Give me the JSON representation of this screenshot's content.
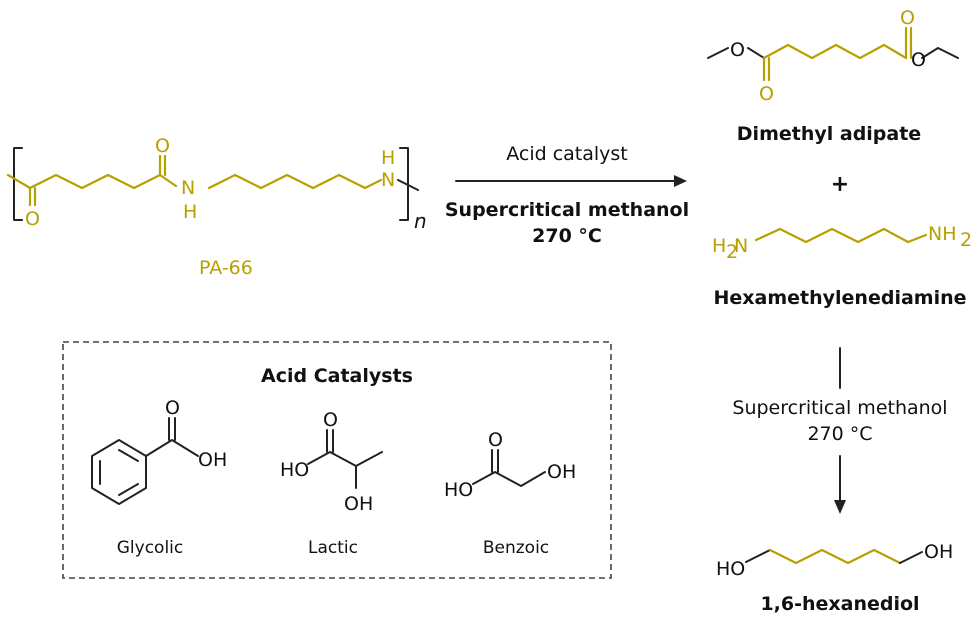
{
  "reaction": {
    "polymer_name": "PA-66",
    "polymer_subscript": "n",
    "arrow_top_label": "Acid catalyst",
    "arrow_bottom_label_1": "Supercritical methanol",
    "arrow_bottom_label_2": "270 °C"
  },
  "products": {
    "product1_name": "Dimethyl adipate",
    "plus_sign": "+",
    "product2_name": "Hexamethylenediamine",
    "step2_label_1": "Supercritical methanol",
    "step2_label_2": "270 °C",
    "product3_name": "1,6-hexanediol"
  },
  "catalysts_box": {
    "title": "Acid Catalysts",
    "items": [
      {
        "label": "Glycolic"
      },
      {
        "label": "Lactic"
      },
      {
        "label": "Benzoic"
      }
    ]
  },
  "atoms": {
    "O": "O",
    "H": "H",
    "N": "N",
    "OH": "OH",
    "HO": "HO",
    "NH2": "NH",
    "NH2_sub": "2",
    "H2N_H": "H",
    "H2N_sub": "2",
    "H2N_N": "N"
  },
  "colors": {
    "highlight": "#b8a000",
    "structure": "#222222"
  }
}
